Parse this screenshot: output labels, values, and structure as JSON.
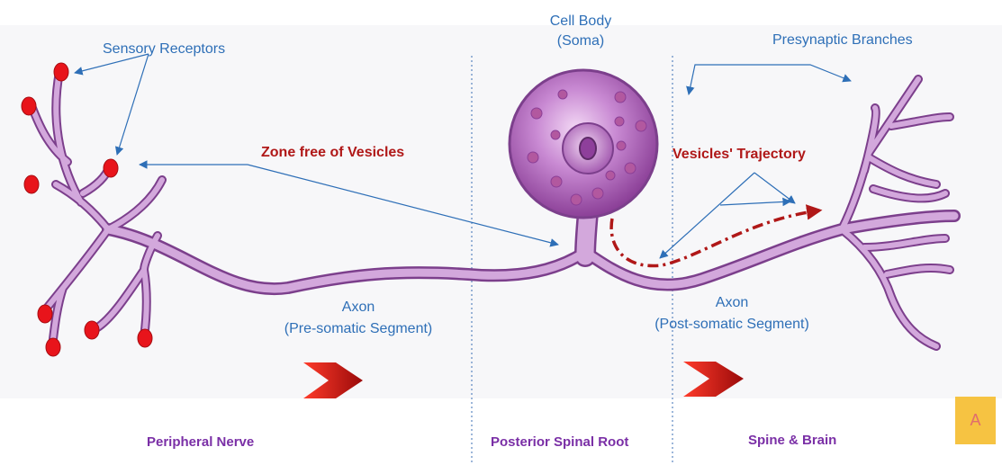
{
  "labels": {
    "sensory_receptors": "Sensory Receptors",
    "cell_body_line1": "Cell Body",
    "cell_body_line2": "(Soma)",
    "presynaptic_branches": "Presynaptic Branches",
    "zone_free": "Zone free of Vesicles",
    "vesicles_trajectory": "Vesicles' Trajectory",
    "axon_pre_line1": "Axon",
    "axon_pre_line2": "(Pre-somatic Segment)",
    "axon_post_line1": "Axon",
    "axon_post_line2": "(Post-somatic Segment)"
  },
  "regions": {
    "peripheral_nerve": "Peripheral Nerve",
    "posterior_spinal_root": "Posterior Spinal Root",
    "spine_brain": "Spine & Brain"
  },
  "badge": "A",
  "colors": {
    "label_blue": "#2e6fb7",
    "label_red": "#b01818",
    "region_purple": "#7a2fa6",
    "neuron_fill": "#c99ad4",
    "neuron_outline": "#7c3f8c",
    "receptor_red": "#e8141b",
    "badge_bg": "#f6c342"
  }
}
